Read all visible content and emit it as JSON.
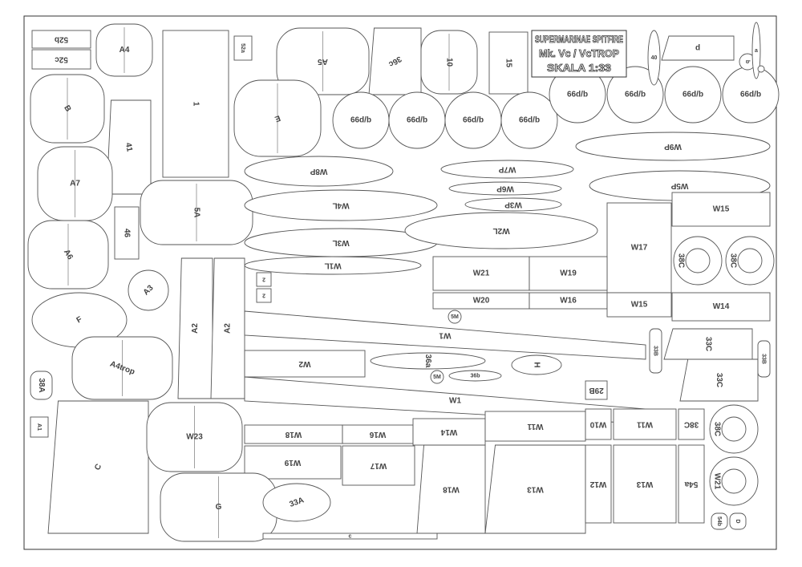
{
  "title": {
    "line1": "SUPERMARINAE SPITFIRE",
    "line2": "Mk. Vc / VcTROP",
    "line3": "SKALA 1:33"
  },
  "parts": [
    {
      "label": "52b"
    },
    {
      "label": "52c"
    },
    {
      "label": "A4"
    },
    {
      "label": "1"
    },
    {
      "label": "52a"
    },
    {
      "label": "A5"
    },
    {
      "label": "36c"
    },
    {
      "label": "10"
    },
    {
      "label": "15"
    },
    {
      "label": "B"
    },
    {
      "label": "41"
    },
    {
      "label": "E"
    },
    {
      "label": "66d/b"
    },
    {
      "label": "66d/b"
    },
    {
      "label": "66d/b"
    },
    {
      "label": "66d/b"
    },
    {
      "label": "66d/b"
    },
    {
      "label": "66d/b"
    },
    {
      "label": "66d/b"
    },
    {
      "label": "66d/b"
    },
    {
      "label": "W9P"
    },
    {
      "label": "A7"
    },
    {
      "label": "W8P"
    },
    {
      "label": "W7P"
    },
    {
      "label": "W6P"
    },
    {
      "label": "W5P"
    },
    {
      "label": "46"
    },
    {
      "label": "5A"
    },
    {
      "label": "W4L"
    },
    {
      "label": "W3P"
    },
    {
      "label": "A6"
    },
    {
      "label": "W3L"
    },
    {
      "label": "W2L"
    },
    {
      "label": "W17"
    },
    {
      "label": "W15"
    },
    {
      "label": "38C"
    },
    {
      "label": "38C"
    },
    {
      "label": "W1L"
    },
    {
      "label": "A3"
    },
    {
      "label": "A2"
    },
    {
      "label": "A2"
    },
    {
      "label": "2"
    },
    {
      "label": "2"
    },
    {
      "label": "W21"
    },
    {
      "label": "W19"
    },
    {
      "label": "W20"
    },
    {
      "label": "W16"
    },
    {
      "label": "W15"
    },
    {
      "label": "W14"
    },
    {
      "label": "F"
    },
    {
      "label": "W1"
    },
    {
      "label": "5M"
    },
    {
      "label": "33B"
    },
    {
      "label": "33C"
    },
    {
      "label": "33C"
    },
    {
      "label": "33B"
    },
    {
      "label": "A4trop"
    },
    {
      "label": "38A"
    },
    {
      "label": "W2"
    },
    {
      "label": "36a"
    },
    {
      "label": "H"
    },
    {
      "label": "5M"
    },
    {
      "label": "36b"
    },
    {
      "label": "W1"
    },
    {
      "label": "29B"
    },
    {
      "label": "A1"
    },
    {
      "label": "C"
    },
    {
      "label": "W23"
    },
    {
      "label": "W18"
    },
    {
      "label": "W16"
    },
    {
      "label": "W14"
    },
    {
      "label": "W11"
    },
    {
      "label": "W10"
    },
    {
      "label": "W11"
    },
    {
      "label": "38C"
    },
    {
      "label": "38C"
    },
    {
      "label": "W21"
    },
    {
      "label": "W19"
    },
    {
      "label": "W17"
    },
    {
      "label": "W18"
    },
    {
      "label": "W13"
    },
    {
      "label": "W12"
    },
    {
      "label": "W13"
    },
    {
      "label": "54a"
    },
    {
      "label": "54b"
    },
    {
      "label": "D"
    },
    {
      "label": "G"
    },
    {
      "label": "33A"
    },
    {
      "label": "c"
    },
    {
      "label": "d"
    },
    {
      "label": "40"
    },
    {
      "label": "b"
    },
    {
      "label": "a"
    }
  ],
  "colors": {
    "line": "#555555",
    "paper": "#ffffff"
  }
}
